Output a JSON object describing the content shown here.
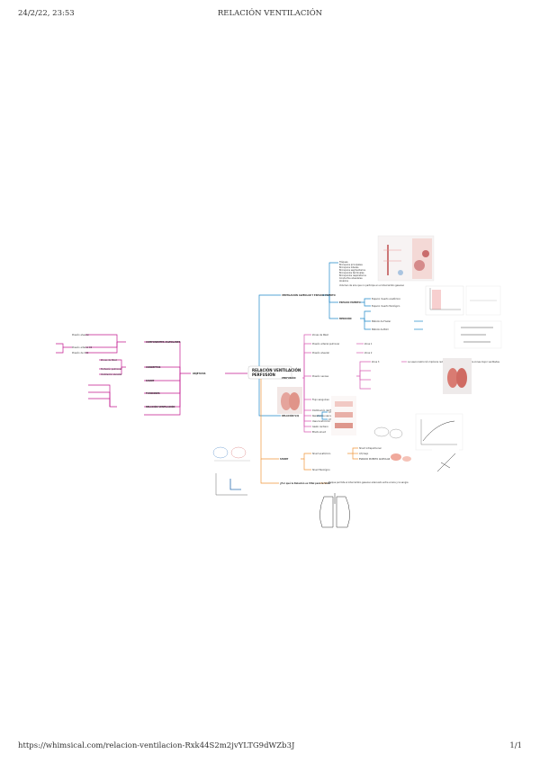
{
  "header": {
    "datetime": "24/2/22, 23:53",
    "title": "RELACIÓN VENTILACIÓN"
  },
  "footer": {
    "url": "https://whimsical.com/relacion-ventilacion-Rxk44S2m2jvYLTG9dWZb3J",
    "page": "1/1"
  },
  "colors": {
    "magenta": "#c2188f",
    "blue": "#1e88c8",
    "orange": "#f0953a",
    "pink_branch": "#d65bb4",
    "image_fill": "#f1eeee"
  },
  "mindmap": {
    "center": {
      "line1": "RELACIÓN VENTILACIÓN",
      "line2": "PERFUSIÓN"
    },
    "left": {
      "objetivos": "OBJETIVOS",
      "components": "COMPONENTES ALVEOLARES",
      "conceptos": "CONCEPTOS",
      "shunt": "SHUNT",
      "funciones": "FUNCIONES",
      "relacion": "RELACIÓN VENTILACIÓN",
      "comp_items": [
        "Presión alveolar",
        "Presión arterial O2",
        "Presión de CO2"
      ],
      "conc_items": [
        "Zonas de West",
        "Perfusión pulmonar",
        "Ventilación alveolar"
      ]
    },
    "top": {
      "ventilacion": "VENTILACIÓN ALVEOLAR Y ESPACIO MUERTO",
      "list": [
        "Tráquea",
        "Bronquios principales",
        "Bronquios lobares",
        "Bronquios segmentarios",
        "Bronquiolos terminales",
        "Bronquiolos respiratorios",
        "Conductos alveolares",
        "Alvéolos"
      ],
      "espacio": "ESPACIO MUERTO",
      "medicion": "MEDICIÓN",
      "esp_items": [
        "Espacio muerto anatómico",
        "Espacio muerto fisiológico"
      ],
      "med_items": [
        "Método de Fowler",
        "Método de Bohr"
      ],
      "note": "Volumen de aire que no participa en el intercambio gaseoso"
    },
    "middle": {
      "perfusion": "PERFUSIÓN",
      "items": [
        "Zonas de West",
        "Presión arterial pulmonar",
        "Presión alveolar",
        "Presión venosa",
        "Flujo sanguíneo",
        "Distribución del flujo",
        "Resistencia vascular",
        "Vasoconstricción hipóxica",
        "Gasto cardiaco",
        "Efecto shunt"
      ],
      "sub": [
        "Zona 1",
        "Zona 2",
        "Zona 3"
      ],
      "note": "La vasoconstricción hipóxica redirige el flujo sanguíneo hacia zonas mejor ventiladas"
    },
    "lower": {
      "relacion_vq": "RELACIÓN V/Q",
      "relacion_items": [
        "V/Q normal",
        "V/Q alto",
        "V/Q bajo"
      ],
      "shunt": "SHUNT",
      "shunt_items": [
        "Shunt anatómico",
        "Shunt fisiológico",
        "Shunt intrapulmonar"
      ],
      "espacio_vq": "ESPACIO MUERTO ALVEOLAR"
    },
    "bottom": {
      "question": "¿Por qué la Relación es Vital para la Vida?",
      "answer": "Porque permite el intercambio gaseoso adecuado entre el aire y la sangre"
    }
  }
}
